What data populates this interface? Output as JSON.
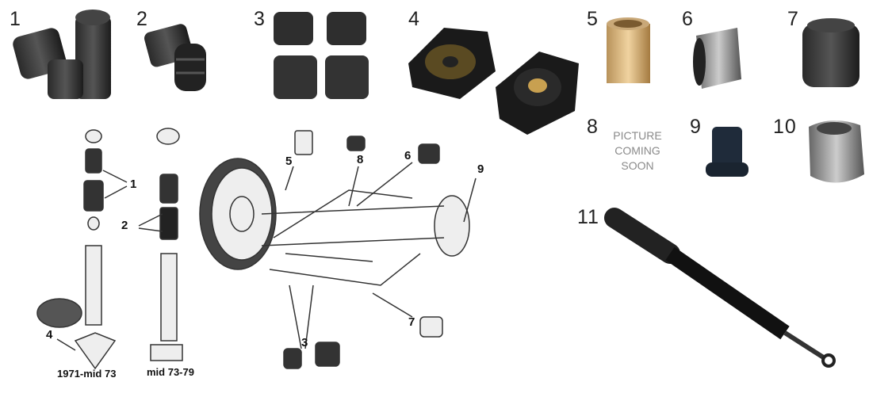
{
  "part_numbers": [
    "1",
    "2",
    "3",
    "4",
    "5",
    "6",
    "7",
    "8",
    "9",
    "10",
    "11"
  ],
  "placeholder": {
    "line1": "PICTURE",
    "line2": "COMING",
    "line3": "SOON"
  },
  "diagram": {
    "callouts": {
      "c1": "1",
      "c2": "2",
      "c3": "3",
      "c4": "4",
      "c5": "5",
      "c6": "6",
      "c7": "7",
      "c8": "8",
      "c9": "9"
    },
    "captions": {
      "early": "1971-mid 73",
      "late": "mid 73-79"
    }
  }
}
